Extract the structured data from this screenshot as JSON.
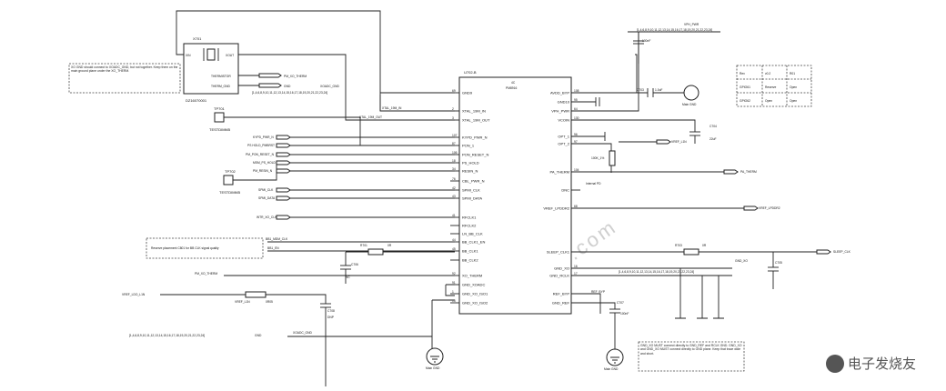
{
  "ic": {
    "ref": "U702-B",
    "part": "PM8916",
    "tag": "4C"
  },
  "pins_left": [
    {
      "num": "69",
      "name": "GND9"
    },
    {
      "num": "2",
      "name": "XTAL_19M_IN"
    },
    {
      "num": "3",
      "name": "XTAL_19M_OUT"
    },
    {
      "num": "107",
      "name": "KYPD_PWR_N"
    },
    {
      "num": "87",
      "name": "PON_1"
    },
    {
      "num": "106",
      "name": "PON_RESET_N"
    },
    {
      "num": "18",
      "name": "PS_HOLD"
    },
    {
      "num": "34",
      "name": "RESIN_N"
    },
    {
      "num": "76",
      "name": "CBL_PWR_N"
    },
    {
      "num": "42",
      "name": "SPMI_CLK"
    },
    {
      "num": "43",
      "name": "SPMI_DATA"
    },
    {
      "num": "41",
      "name": "RFCLK1"
    },
    {
      "num": "",
      "name": "RFCLK2"
    },
    {
      "num": "",
      "name": "LN_BB_CLK"
    },
    {
      "num": "44",
      "name": "BB_CLK1_EN"
    },
    {
      "num": "45",
      "name": "BB_CLK1"
    },
    {
      "num": "",
      "name": "BB_CLK2"
    },
    {
      "num": "92",
      "name": "XO_THERM"
    },
    {
      "num": "91",
      "name": "GND_XOADC"
    },
    {
      "num": "1",
      "name": "GND_XO_ISO1"
    },
    {
      "num": "15",
      "name": "GND_XO_ISO2"
    }
  ],
  "pins_right": [
    {
      "num": "108",
      "name": "AVDD_BYP"
    },
    {
      "num": "95",
      "name": "GND10"
    },
    {
      "num": "64",
      "name": "VPH_PWR"
    },
    {
      "num": "130",
      "name": "VCOIN"
    },
    {
      "num": "96",
      "name": "OPT_1"
    },
    {
      "num": "97",
      "name": "OPT_2"
    },
    {
      "num": "104",
      "name": "PA_THERM"
    },
    {
      "num": "",
      "name": "DNC"
    },
    {
      "num": "68",
      "name": "VREF_LPDDR2"
    },
    {
      "num": "",
      "name": "SLEEP_CLK1"
    },
    {
      "num": "16",
      "name": "GND_XO"
    },
    {
      "num": "17",
      "name": "GND_RCLK"
    },
    {
      "num": "",
      "name": "REF_BYP"
    },
    {
      "num": "",
      "name": "GND_REF"
    }
  ],
  "crystal": {
    "ref": "X701",
    "part": "DZ16070001",
    "pin_in": "XIN",
    "pin_out": "XOUT",
    "therm": "THERMISTOR",
    "therm_gnd": "THERM_GND"
  },
  "labels": {
    "vph_pwr": "VPH_PWR",
    "c702_val": "100nF",
    "c703": "C703",
    "c703_val": "1.0uF",
    "c704": "C704",
    "c704_val": "22uF",
    "c705": "C705",
    "c706": "C706",
    "c706_val": "NC",
    "c707": "C707",
    "c707_val": "100nF",
    "c708": "C708",
    "c708_val": "DNP",
    "r702_val": "100K_1%",
    "r701": "R701",
    "r701_val": "0R",
    "r703": "R703",
    "r703_val": "0R",
    "r701b_val": "0R05",
    "xtal_in": "XTAL_19M_IN",
    "xtal_out": "XTAL_19M_OUT",
    "tp701": "TP701",
    "tp702": "TP702",
    "testdimm": "TESTDIMM5",
    "kypd": "KYPD_PWR_N",
    "pon": "PS HOLD_PMBRST",
    "ponrst": "PM_PON_RESET_N",
    "pshold": "MSM_PS_HOLD",
    "resin": "PM_RESIN_N",
    "spmi_clk": "SPMI_CLK",
    "spmi_data": "SPMI_DATA",
    "wtr": "WTR_XO_CLK",
    "bbclk": "BB1_MDM_CLK",
    "bbclken": "BB1_EN",
    "xotherm": "PM_XO_THERM",
    "vrefl": "VREF_LDO_L1N",
    "vrefl2": "VREF_L1N",
    "xoadc": "XOADC_GND",
    "gnd": "GND",
    "pa_therm": "PA_THERM",
    "vref_lpddr": "VREF_LPDDR2",
    "sleep": "SLEEP_CLK",
    "gnd_xo": "GND_XO",
    "internal": "Internal PD",
    "main_gnd": "Main GND",
    "therm_net": "PM_XO_THERM",
    "gnd_net": "GND",
    "xoadc_net": "XOADC_GND",
    "ref_byp": "REF_BYP",
    "long_net": "[1,4,6,8,9,10,11,12,13,14,15,16,17,18,19,20,21,22,23,24]"
  },
  "notes": {
    "xo_note": "XO GND should connect to XOADC_GND, but not together. Keep them on the main ground plane under the XO_THERM.",
    "bb_note": "Reserve placement C801 for BB CLK signal quality",
    "gnd_note": "GND_XO MUST connect directly to GND_REF and RCLK GND. GND_XO and GND_XO MUST connect directly to GND plane. Keep that trace wide and short."
  },
  "table": [
    [
      "Rev",
      "v0.2",
      "R01"
    ],
    [
      "GPIO61",
      "Reserve",
      "Open"
    ],
    [
      "GPIO62",
      "Open",
      "Open"
    ]
  ],
  "watermark": "elecfans.com",
  "logo_text": "电子发烧友"
}
